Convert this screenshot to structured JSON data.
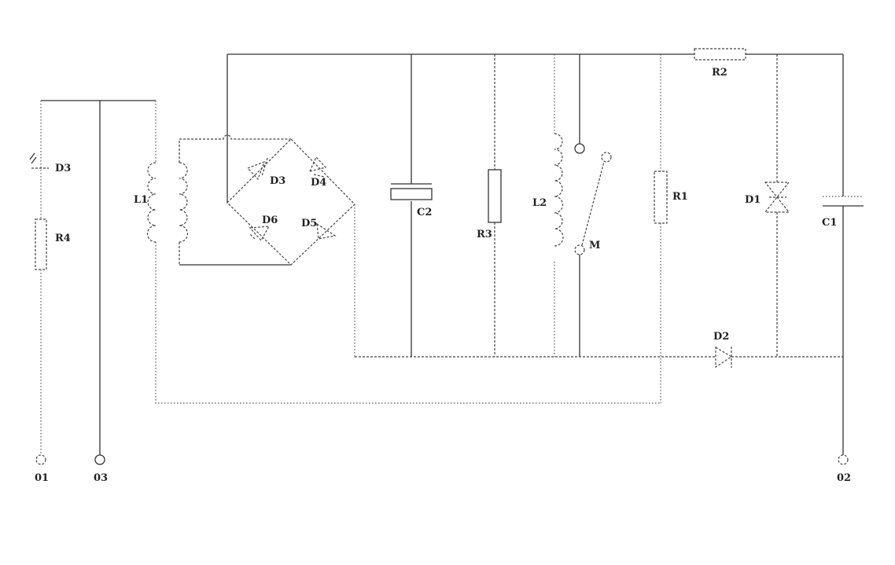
{
  "diagram": {
    "labels": {
      "led": "D3",
      "r4": "R4",
      "l1": "L1",
      "bridge_d3": "D3",
      "bridge_d4": "D4",
      "bridge_d5": "D5",
      "bridge_d6": "D6",
      "c2": "C2",
      "r3": "R3",
      "l2": "L2",
      "switch": "M",
      "r1": "R1",
      "r2": "R2",
      "d1": "D1",
      "c1": "C1",
      "d2": "D2",
      "t01": "01",
      "t03": "03",
      "t02": "02"
    },
    "colors": {
      "line": "#333333",
      "background": "#ffffff"
    }
  }
}
